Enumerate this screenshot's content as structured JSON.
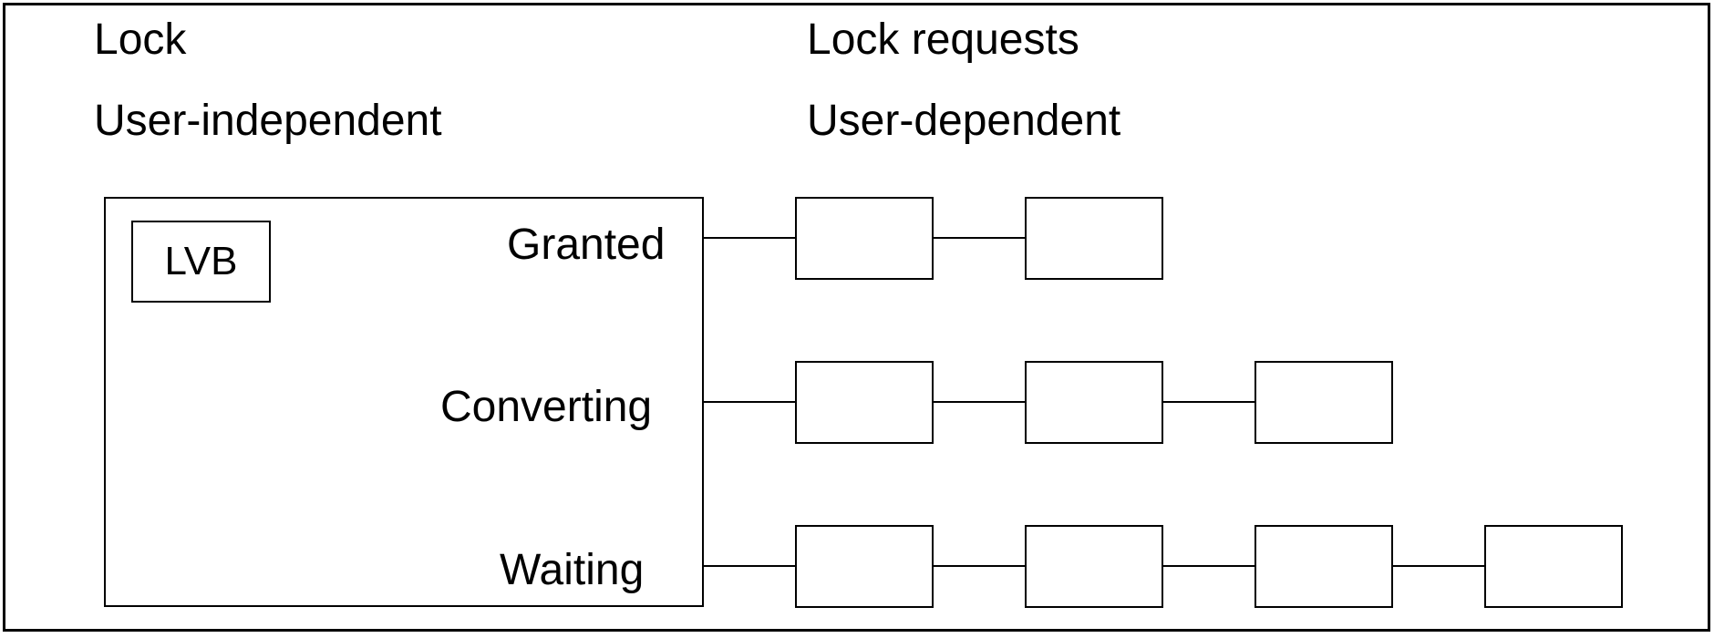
{
  "diagram": {
    "background_color": "#ffffff",
    "line_color": "#000000",
    "text_color": "#000000",
    "headers": {
      "lock_title": "Lock",
      "lock_subtitle": "User-independent",
      "requests_title": "Lock requests",
      "requests_subtitle": "User-dependent"
    },
    "lock_box": {
      "lvb_label": "LVB"
    },
    "queues": [
      {
        "label": "Granted",
        "request_boxes": 2
      },
      {
        "label": "Converting",
        "request_boxes": 3
      },
      {
        "label": "Waiting",
        "request_boxes": 4
      }
    ]
  }
}
